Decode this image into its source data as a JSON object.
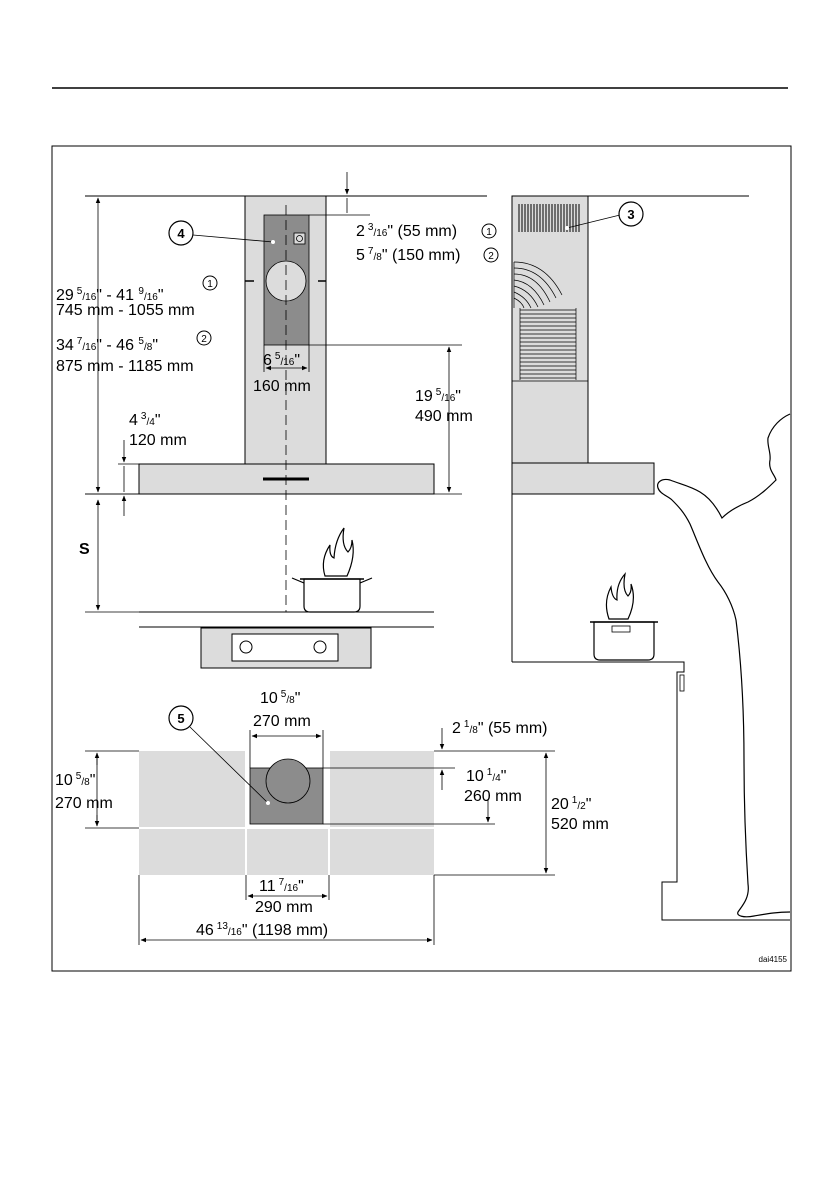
{
  "figure_id": "dai4155",
  "labels": {
    "callout_3": "3",
    "callout_4": "4",
    "callout_5": "5",
    "s_label": "S"
  },
  "dimensions": {
    "top_offset": {
      "whole": "2",
      "frac_num": "3",
      "frac_den": "16",
      "rest": "\" (55 mm)",
      "marker": "1"
    },
    "top_offset_alt": {
      "whole": "5",
      "frac_num": "7",
      "frac_den": "8",
      "rest": "\" (150 mm)",
      "marker": "2"
    },
    "height_range_1_in": {
      "a_whole": "29",
      "a_num": "5",
      "a_den": "16",
      "mid": "\" - 41 ",
      "b_num": "9",
      "b_den": "16",
      "end": "\"",
      "marker": "1"
    },
    "height_range_1_mm": "745 mm - 1055 mm",
    "height_range_2_in": {
      "a_whole": "34",
      "a_num": "7",
      "a_den": "16",
      "mid": "\" - 46 ",
      "b_num": "5",
      "b_den": "8",
      "end": "\"",
      "marker": "2"
    },
    "height_range_2_mm": "875 mm - 1185 mm",
    "zone_width_in": {
      "whole": "6",
      "num": "5",
      "den": "16",
      "end": "\""
    },
    "zone_width_mm": "160 mm",
    "zone_height_in": {
      "whole": "19",
      "num": "5",
      "den": "16",
      "end": "\""
    },
    "zone_height_mm": "490 mm",
    "canopy_height_in": {
      "whole": "4",
      "num": "3",
      "den": "4",
      "end": "\""
    },
    "canopy_height_mm": "120 mm",
    "cutout_width_in": {
      "whole": "10",
      "num": "5",
      "den": "8",
      "end": "\""
    },
    "cutout_width_mm": "270 mm",
    "plan_offset": {
      "whole": "2",
      "num": "1",
      "den": "8",
      "rest": "\" (55 mm)"
    },
    "plan_depth_in": {
      "whole": "10",
      "num": "5",
      "den": "8",
      "end": "\""
    },
    "plan_depth_mm": "270 mm",
    "cutout_depth_in": {
      "whole": "10",
      "num": "1",
      "den": "4",
      "end": "\""
    },
    "cutout_depth_mm": "260 mm",
    "total_depth_in": {
      "whole": "20",
      "num": "1",
      "den": "2",
      "end": "\""
    },
    "total_depth_mm": "520 mm",
    "chimney_width_in": {
      "whole": "11",
      "num": "7",
      "den": "16",
      "end": "\""
    },
    "chimney_width_mm": "290 mm",
    "total_width": {
      "whole": "46",
      "num": "13",
      "den": "16",
      "rest": "\" (1198 mm)"
    }
  },
  "colors": {
    "panel": "#dcdcdc",
    "zone": "#8c8c8c",
    "line": "#000000"
  }
}
